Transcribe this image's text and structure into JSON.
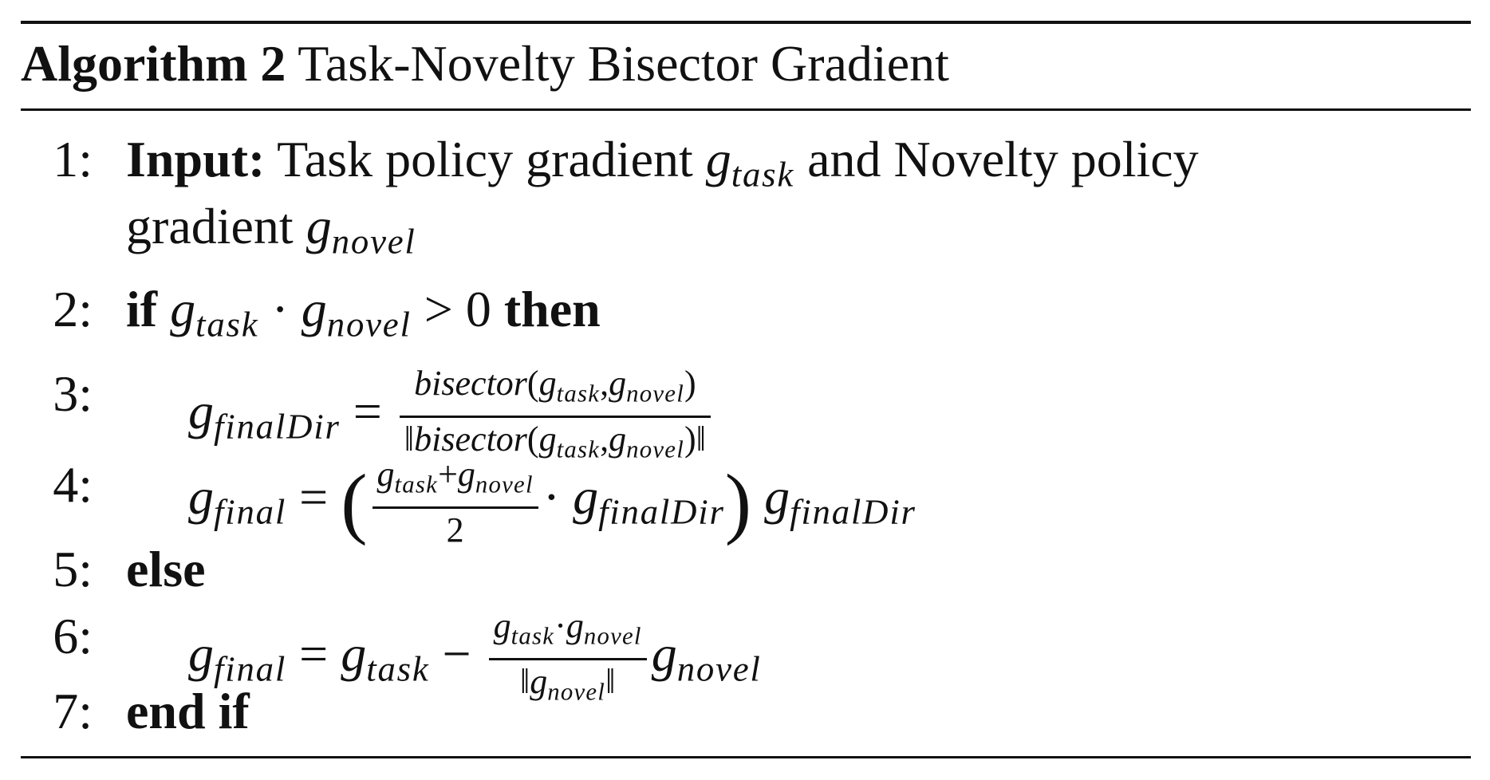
{
  "algorithm": {
    "label": "Algorithm 2",
    "name": "Task-Novelty Bisector Gradient"
  },
  "lines": [
    {
      "num": "1:",
      "keyword": "Input:",
      "text": "Task policy gradient",
      "text2": "and Novelty policy",
      "cont": "gradient"
    },
    {
      "num": "2:",
      "keyword": "if",
      "then": "then"
    },
    {
      "num": "3:",
      "func": "bisector"
    },
    {
      "num": "4:"
    },
    {
      "num": "5:",
      "keyword": "else"
    },
    {
      "num": "6:"
    },
    {
      "num": "7:",
      "keyword": "end if"
    }
  ],
  "symbols": {
    "g": "g",
    "task": "task",
    "novel": "novel",
    "final": "final",
    "finalDir": "finalDir",
    "two": "2",
    "zero": "0"
  }
}
